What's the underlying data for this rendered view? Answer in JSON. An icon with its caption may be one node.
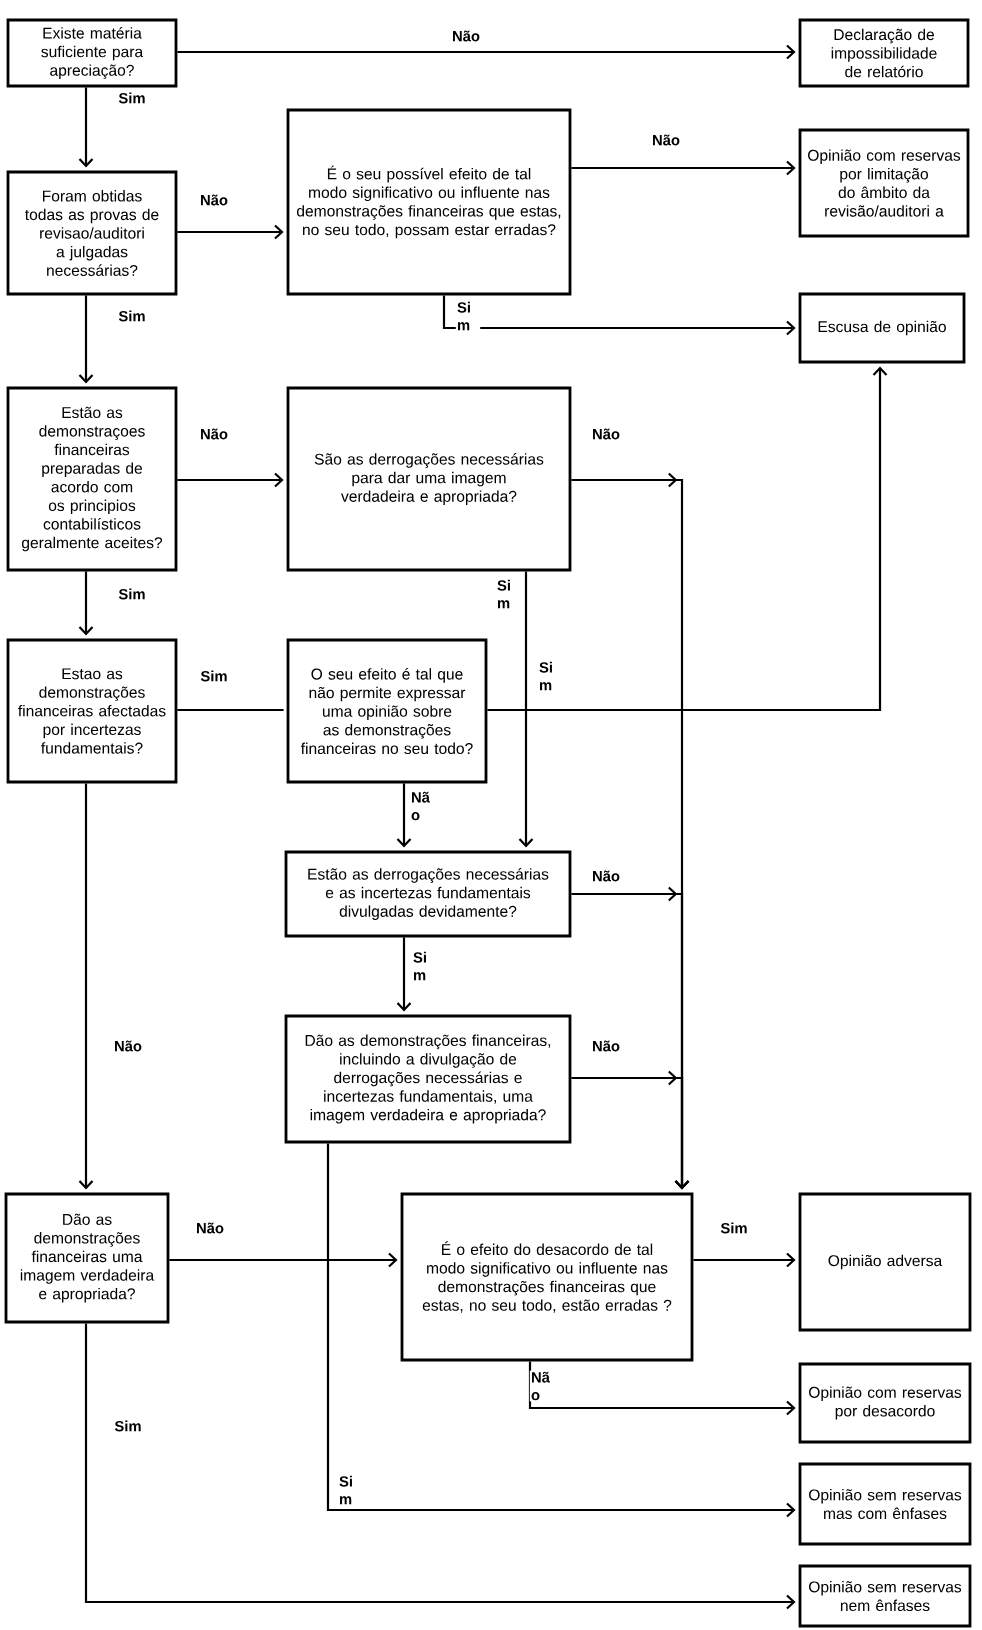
{
  "diagram": {
    "nodes": [
      {
        "text": [
          "Existe matéria suficiente para apreciação?"
        ]
      },
      {
        "text": [
          "Declaração de impossibilidade de relatório"
        ]
      },
      {
        "text": [
          "Foram obtidas todas as provas de revisao/auditori a julgadas necessárias?"
        ]
      },
      {
        "text": [
          "É o seu possível efeito de tal modo significativo ou influente nas demonstrações financeiras que estas, no seu todo, possam estar erradas?"
        ]
      },
      {
        "text": [
          "Opinião com reservas por limitação do âmbito da revisão/auditori a"
        ]
      },
      {
        "text": [
          "Escusa de opinião"
        ]
      },
      {
        "text": [
          "Estão as demonstraçoes financeiras preparadas de acordo com os principios contabilísticos geralmente aceites?"
        ]
      },
      {
        "text": [
          "São as derrogações necessárias para dar uma imagem verdadeira e apropriada?"
        ]
      },
      {
        "text": [
          "Estao as demonstrações financeiras afectadas por incertezas fundamentais?"
        ]
      },
      {
        "text": [
          "O seu efeito é tal que não permite expressar uma opinião sobre as demonstrações financeiras no seu todo?"
        ]
      },
      {
        "text": [
          "Estão as derrogações necessárias e as incertezas fundamentais divulgadas devidamente?"
        ]
      },
      {
        "text": [
          "Dão as demonstrações financeiras, incluindo a divulgação de derrogações necessárias e incertezas fundamentais, uma imagem verdadeira e apropriada?"
        ]
      },
      {
        "text": [
          "Dão as demonstrações financeiras uma imagem verdadeira e apropriada?"
        ]
      },
      {
        "text": [
          "É o efeito do desacordo de tal modo significativo ou influente nas demonstrações financeiras que estas, no seu todo, estão erradas ?"
        ]
      },
      {
        "text": [
          "Opinião adversa"
        ]
      },
      {
        "text": [
          "Opinião com reservas por desacordo"
        ]
      },
      {
        "text": [
          "Opinião sem reservas mas com ênfases"
        ]
      },
      {
        "text": [
          "Opinião sem reservas nem ênfases"
        ]
      }
    ],
    "edges": [
      {
        "from": 0,
        "to": 1,
        "arrow": "to",
        "label": "Não"
      },
      {
        "from": 0,
        "to": 2,
        "arrow": "to",
        "label": "Sim"
      },
      {
        "from": 2,
        "to": 3,
        "arrow": "to",
        "label": "Não"
      },
      {
        "from": 3,
        "to": 4,
        "arrow": "to",
        "label": "Não"
      },
      {
        "from": 3,
        "to": 5,
        "arrow": "to",
        "label": "Si m"
      },
      {
        "from": 2,
        "to": 6,
        "arrow": "to",
        "label": "Sim"
      },
      {
        "from": 6,
        "to": 7,
        "arrow": "to",
        "label": "Não"
      },
      {
        "from": 7,
        "to": 13,
        "arrow": "to",
        "label": "Não"
      },
      {
        "from": 6,
        "to": 8,
        "arrow": "to",
        "label": "Sim"
      },
      {
        "from": 7,
        "to": 10,
        "arrow": "to",
        "label": "Si m"
      },
      {
        "from": 8,
        "to": 9,
        "arrow": "none",
        "label": "Sim"
      },
      {
        "from": 9,
        "to": 5,
        "arrow": "to",
        "label": "Si m"
      },
      {
        "from": 9,
        "to": 10,
        "arrow": "to",
        "label": "Nã o"
      },
      {
        "from": 10,
        "to": 13,
        "arrow": "to",
        "label": "Não"
      },
      {
        "from": 10,
        "to": 11,
        "arrow": "to",
        "label": "Si m"
      },
      {
        "from": 11,
        "to": 13,
        "arrow": "to",
        "label": "Não"
      },
      {
        "from": 11,
        "to": 16,
        "arrow": "to",
        "label": "Si m"
      },
      {
        "from": 8,
        "to": 12,
        "arrow": "to",
        "label": "Não"
      },
      {
        "from": 12,
        "to": 13,
        "arrow": "to",
        "label": "Não"
      },
      {
        "from": 12,
        "to": 17,
        "arrow": "to",
        "label": "Sim"
      },
      {
        "from": 13,
        "to": 14,
        "arrow": "to",
        "label": "Sim"
      },
      {
        "from": 13,
        "to": 15,
        "arrow": "to",
        "label": "Nã o"
      }
    ]
  }
}
